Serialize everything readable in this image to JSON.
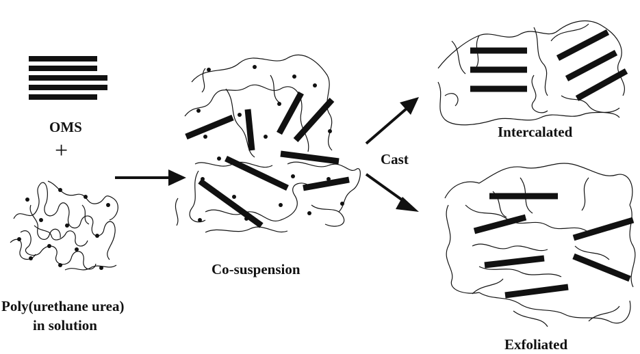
{
  "labels": {
    "oms": "OMS",
    "plus": "+",
    "poly_line1": "Poly(urethane urea)",
    "poly_line2": "in solution",
    "cosuspension": "Co-suspension",
    "cast": "Cast",
    "intercalated": "Intercalated",
    "exfoliated": "Exfoliated"
  },
  "colors": {
    "ink": "#111111",
    "background": "#ffffff"
  }
}
